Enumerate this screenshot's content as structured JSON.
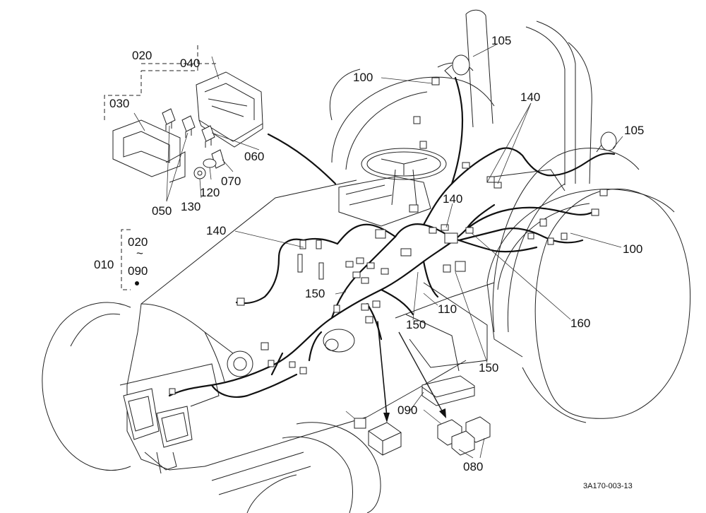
{
  "diagram": {
    "labels": {
      "l020_top": "020",
      "l040": "040",
      "l030": "030",
      "l060": "060",
      "l070": "070",
      "l120": "120",
      "l130": "130",
      "l050": "050",
      "l010": "010",
      "l020_range": "020",
      "l_tilde": "~",
      "l090_range": "090",
      "l140_left": "140",
      "l150_left": "150",
      "l100_top": "100",
      "l105_top": "105",
      "l140_top": "140",
      "l105_right": "105",
      "l140_mid": "140",
      "l100_right": "100",
      "l110": "110",
      "l150_mid": "150",
      "l160": "160",
      "l150_bottom": "150",
      "l090_bottom": "090",
      "l080": "080"
    },
    "figure_code": "3A170-003-13"
  }
}
